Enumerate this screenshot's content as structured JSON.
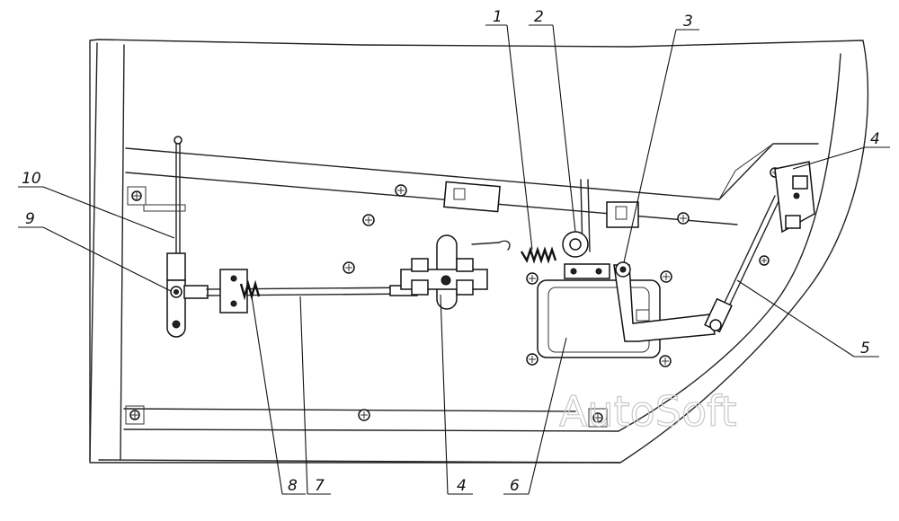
{
  "callouts": [
    {
      "id": "c1",
      "label": "1"
    },
    {
      "id": "c2",
      "label": "2"
    },
    {
      "id": "c3",
      "label": "3"
    },
    {
      "id": "c4a",
      "label": "4"
    },
    {
      "id": "c5",
      "label": "5"
    },
    {
      "id": "c6",
      "label": "6"
    },
    {
      "id": "c4b",
      "label": "4"
    },
    {
      "id": "c7",
      "label": "7"
    },
    {
      "id": "c8",
      "label": "8"
    },
    {
      "id": "c9",
      "label": "9"
    },
    {
      "id": "c10",
      "label": "10"
    }
  ],
  "watermark": "AutoSoft"
}
